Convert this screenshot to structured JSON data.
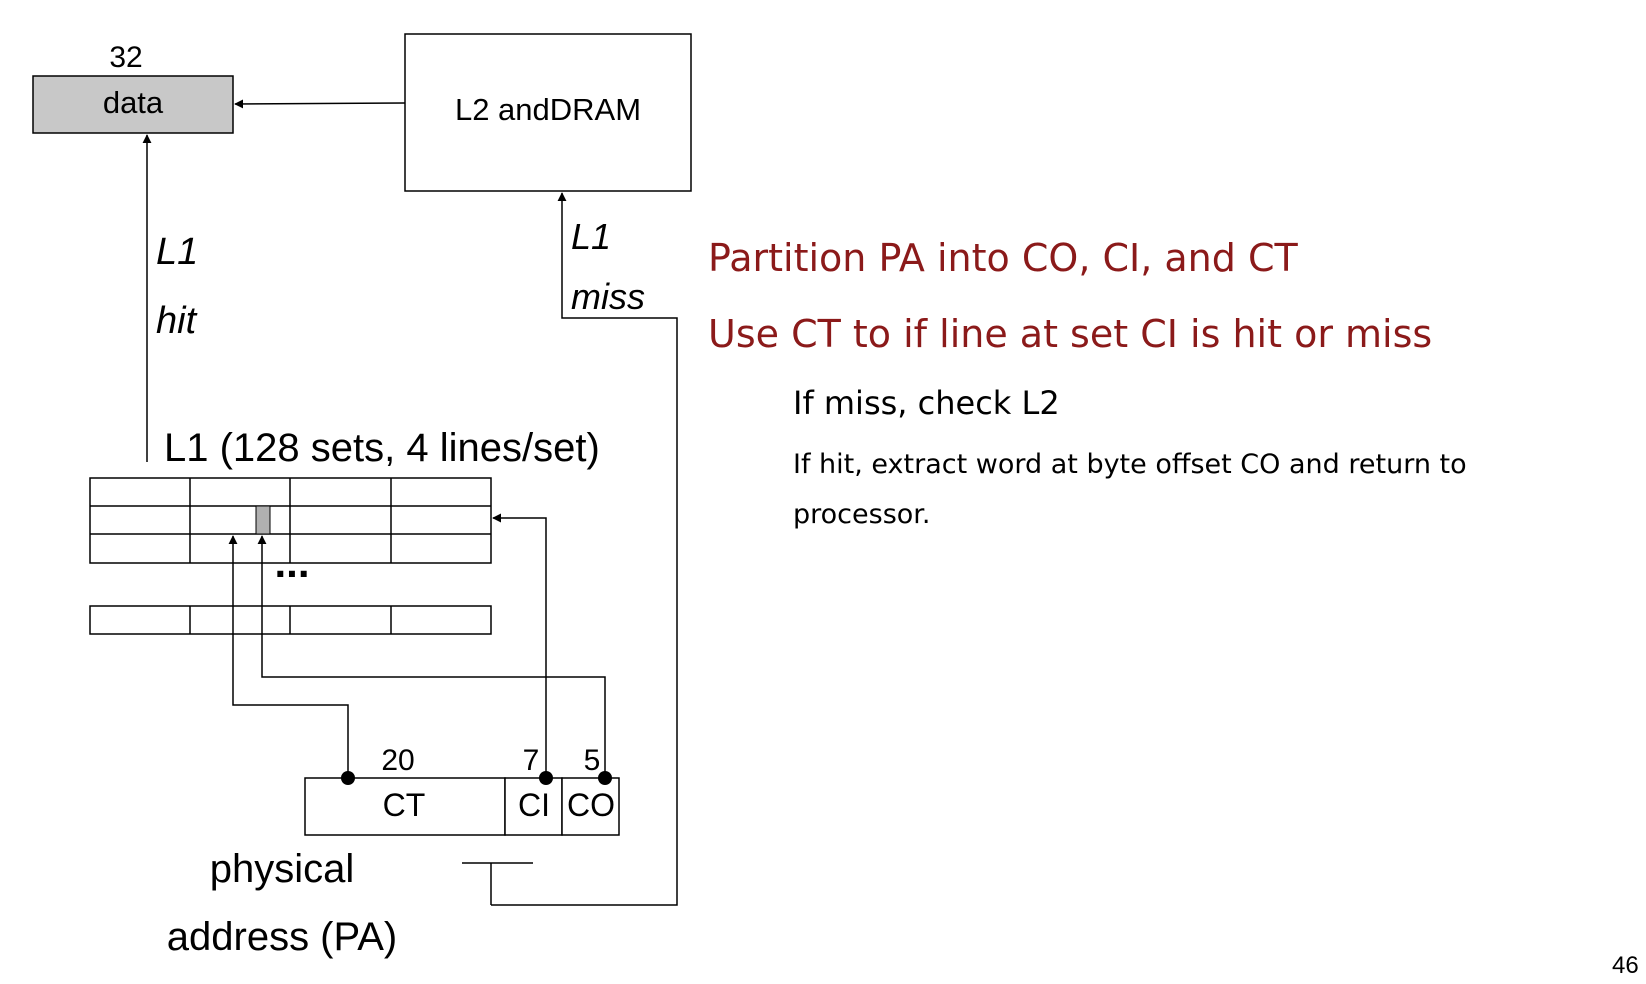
{
  "diagram": {
    "data_width_label": "32",
    "data_label": "data",
    "l2_dram_label": "L2 andDRAM",
    "l1_hit_line1": "L1",
    "l1_hit_line2": "hit",
    "l1_miss_line1": "L1",
    "l1_miss_line2": "miss",
    "l1_cache_label": "L1 (128 sets, 4 lines/set)",
    "ellipsis": "...",
    "ct_bits": "20",
    "ci_bits": "7",
    "co_bits": "5",
    "ct_label": "CT",
    "ci_label": "CI",
    "co_label": "CO",
    "pa_line1": "physical",
    "pa_line2": "address (PA)"
  },
  "bullets": {
    "b1": "Partition PA into CO, CI, and CT",
    "b2": "Use CT to if line at set CI is hit or miss",
    "b3": "If miss, check L2",
    "b4": "If hit, extract word at byte offset CO and return to processor."
  },
  "page_number": "46",
  "colors": {
    "data_box_fill": "#c8c8c8",
    "selected_cell_fill": "#b0b0b0",
    "heading_red": "#8b1a1a"
  }
}
